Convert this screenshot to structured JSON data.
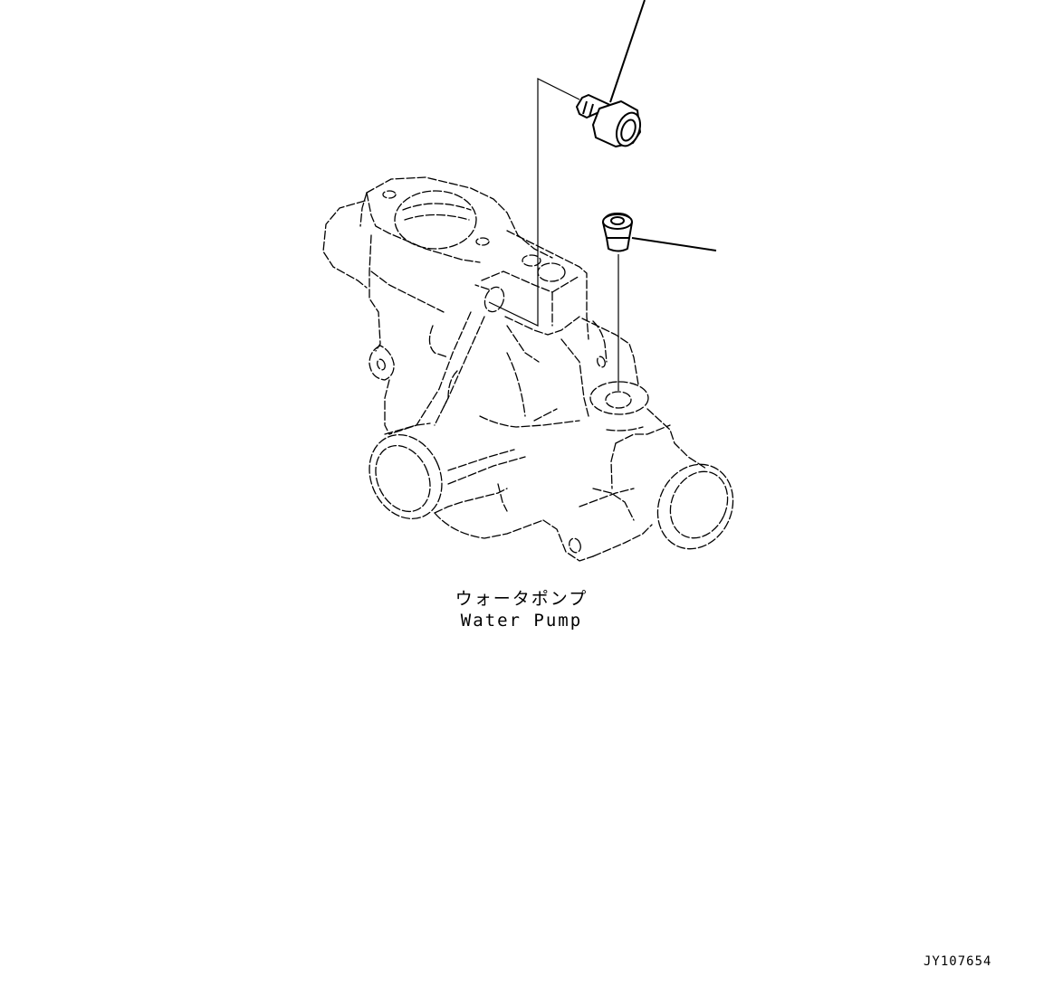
{
  "diagram": {
    "subject": "Water pump with plug and fitting",
    "parts": [
      {
        "id": "fitting",
        "description": "threaded fitting / plug with hex body",
        "leader_direction": "up-right"
      },
      {
        "id": "plug",
        "description": "tapered plug",
        "leader_direction": "right"
      }
    ],
    "caption": {
      "japanese": "ウォータポンプ",
      "english": "Water Pump"
    },
    "drawing_number": "JY107654",
    "colors": {
      "line": "#000000",
      "background": "#ffffff"
    }
  }
}
